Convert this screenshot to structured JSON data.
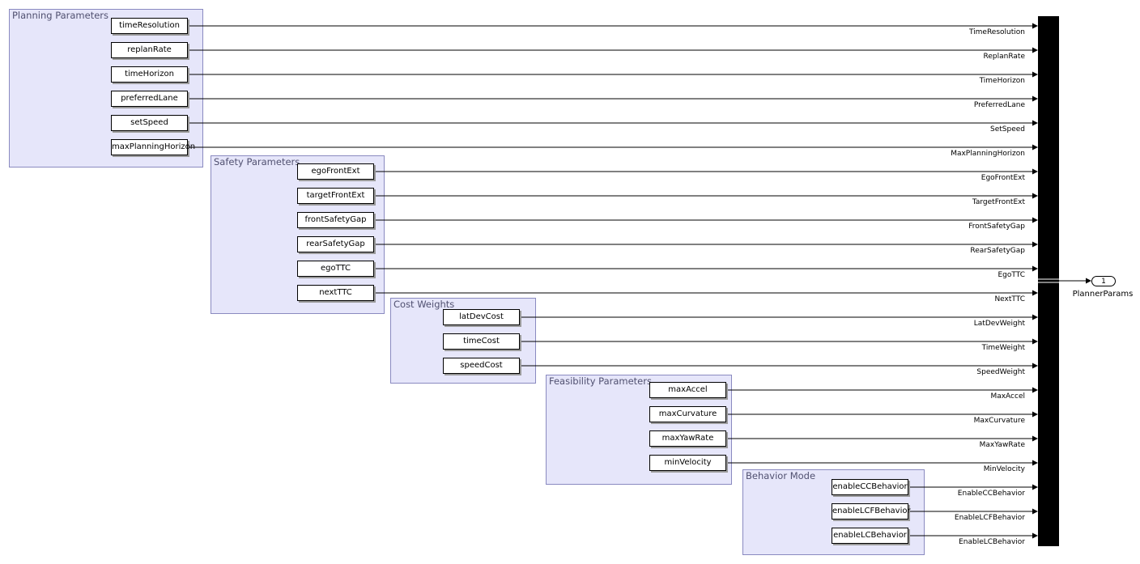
{
  "groups": [
    {
      "id": "planning",
      "title": "Planning Parameters",
      "params": [
        "timeResolution",
        "replanRate",
        "timeHorizon",
        "preferredLane",
        "setSpeed",
        "maxPlanningHorizon"
      ]
    },
    {
      "id": "safety",
      "title": "Safety Parameters",
      "params": [
        "egoFrontExt",
        "targetFrontExt",
        "frontSafetyGap",
        "rearSafetyGap",
        "egoTTC",
        "nextTTC"
      ]
    },
    {
      "id": "cost",
      "title": "Cost Weights",
      "params": [
        "latDevCost",
        "timeCost",
        "speedCost"
      ]
    },
    {
      "id": "feasibility",
      "title": "Feasibility Parameters",
      "params": [
        "maxAccel",
        "maxCurvature",
        "maxYawRate",
        "minVelocity"
      ]
    },
    {
      "id": "behavior",
      "title": "Behavior Mode",
      "params": [
        "enableCCBehavior",
        "enableLCFBehavior",
        "enableLCBehavior"
      ]
    }
  ],
  "signals": [
    "TimeResolution",
    "ReplanRate",
    "TimeHorizon",
    "PreferredLane",
    "SetSpeed",
    "MaxPlanningHorizon",
    "EgoFrontExt",
    "TargetFrontExt",
    "FrontSafetyGap",
    "RearSafetyGap",
    "EgoTTC",
    "NextTTC",
    "LatDevWeight",
    "TimeWeight",
    "SpeedWeight",
    "MaxAccel",
    "MaxCurvature",
    "MaxYawRate",
    "MinVelocity",
    "EnableCCBehavior",
    "EnableLCFBehavior",
    "EnableLCBehavior"
  ],
  "outport": {
    "number": "1",
    "label": "PlannerParams"
  }
}
